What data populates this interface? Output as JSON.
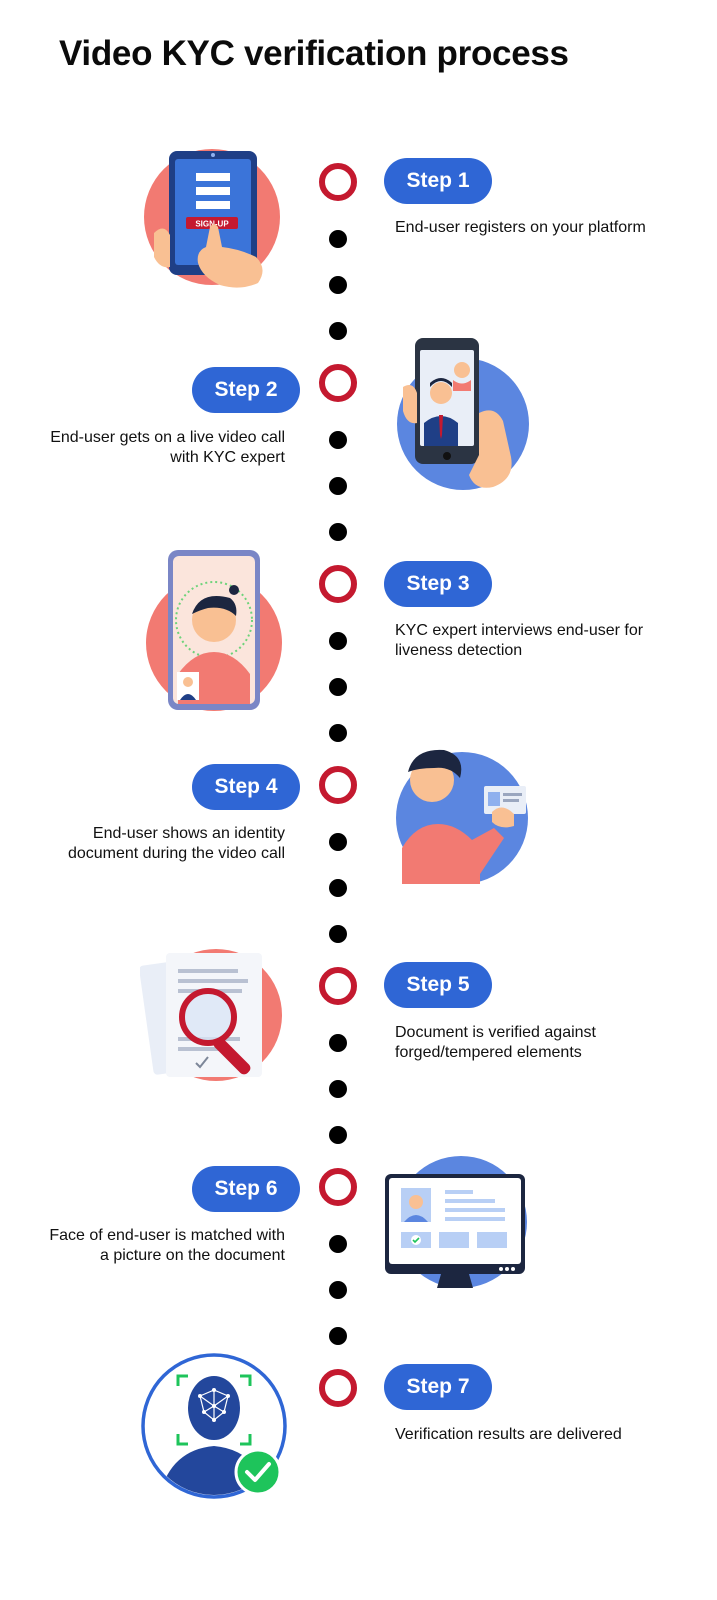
{
  "title": "Video KYC verification process",
  "colors": {
    "accent_blue": "#2f66d5",
    "ring_red": "#c4192f",
    "dot_black": "#000000",
    "salmon": "#f27a72",
    "light_blue": "#5b86e0",
    "navy": "#23479c",
    "green": "#1ec45b"
  },
  "steps": [
    {
      "label": "Step 1",
      "text": "End-user registers on your platform",
      "illustration": "tablet-signup-icon"
    },
    {
      "label": "Step 2",
      "text": "End-user gets on a live video call with KYC expert",
      "illustration": "phone-video-call-icon"
    },
    {
      "label": "Step 3",
      "text": "KYC expert interviews end-user for liveness detection",
      "illustration": "face-scan-phone-icon"
    },
    {
      "label": "Step 4",
      "text": "End-user shows an identity document during the video call",
      "illustration": "person-id-card-icon"
    },
    {
      "label": "Step 5",
      "text": "Document is verified against forged/tempered elements",
      "illustration": "document-magnifier-icon"
    },
    {
      "label": "Step 6",
      "text": "Face of end-user is matched with a picture on the document",
      "illustration": "monitor-profile-match-icon"
    },
    {
      "label": "Step 7",
      "text": "Verification results are delivered",
      "illustration": "face-recognition-check-icon"
    }
  ],
  "illus": {
    "signup_label": "SIGN-UP"
  }
}
